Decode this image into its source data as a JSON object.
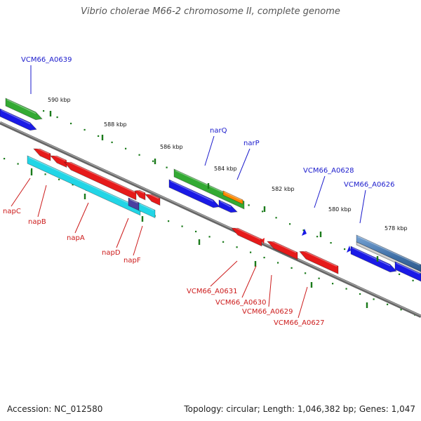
{
  "title": "Vibrio cholerae M66-2 chromosome II, complete genome",
  "footer": {
    "accession": "Accession: NC_012580",
    "summary": "Topology: circular; Length: 1,046,382 bp; Genes: 1,047"
  },
  "colors": {
    "backbone": "#777777",
    "tick": "#1a7a1a",
    "label_forward": "#1a1acc",
    "label_reverse": "#cc1a1a",
    "gene_green": "#33aa33",
    "gene_blue": "#1a1ae6",
    "gene_red": "#e61a1a",
    "gene_cyan": "#22d5e6",
    "gene_orange": "#ff8800",
    "gene_steel": "#4a7ab0"
  },
  "ticks": [
    "590 kbp",
    "588 kbp",
    "586 kbp",
    "584 kbp",
    "582 kbp",
    "580 kbp",
    "578 kbp"
  ],
  "gene_labels": [
    {
      "text": "VCM66_A0639",
      "strand": "forward"
    },
    {
      "text": "narQ",
      "strand": "forward"
    },
    {
      "text": "narP",
      "strand": "forward"
    },
    {
      "text": "VCM66_A0628",
      "strand": "forward"
    },
    {
      "text": "VCM66_A0626",
      "strand": "forward"
    },
    {
      "text": "napC",
      "strand": "reverse"
    },
    {
      "text": "napB",
      "strand": "reverse"
    },
    {
      "text": "napA",
      "strand": "reverse"
    },
    {
      "text": "napD",
      "strand": "reverse"
    },
    {
      "text": "napF",
      "strand": "reverse"
    },
    {
      "text": "VCM66_A0631",
      "strand": "reverse"
    },
    {
      "text": "VCM66_A0630",
      "strand": "reverse"
    },
    {
      "text": "VCM66_A0629",
      "strand": "reverse"
    },
    {
      "text": "VCM66_A0627",
      "strand": "reverse"
    }
  ]
}
